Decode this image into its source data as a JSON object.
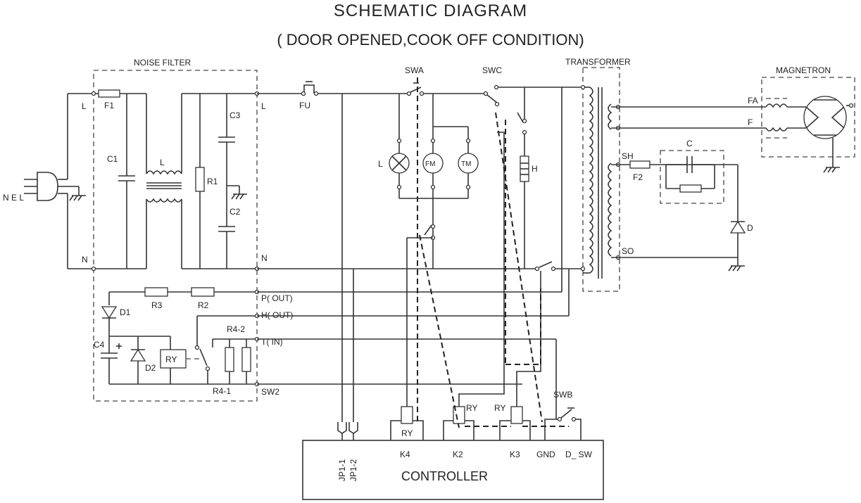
{
  "header": {
    "title": "SCHEMATIC DIAGRAM",
    "subtitle": "( DOOR OPENED,COOK OFF CONDITION)"
  },
  "blocks": {
    "noise_filter": "NOISE FILTER",
    "transformer": "TRANSFORMER",
    "magnetron": "MAGNETRON",
    "controller": "CONTROLLER"
  },
  "switches": {
    "swa": "SWA",
    "swc": "SWC",
    "swb": "SWB"
  },
  "components": {
    "plug": "N E L",
    "fuse1": "F1",
    "fuse2": "F2",
    "fu": "FU",
    "c1": "C1",
    "c2": "C2",
    "c3": "C3",
    "c4": "C4",
    "c": "C",
    "inductor": "L",
    "r1": "R1",
    "r2": "R2",
    "r3": "R3",
    "r4_1": "R4-1",
    "r4_2": "R4-2",
    "d1": "D1",
    "d2": "D2",
    "d": "D",
    "ry": "RY",
    "lamp": "L",
    "fan_motor": "FM",
    "turntable_motor": "TM",
    "heater": "H"
  },
  "terminals": {
    "l_in": "L",
    "n_in": "N",
    "l_out": "L",
    "n_out": "N",
    "p_out": "P( OUT)",
    "h_out": "H( OUT)",
    "t_in": "T( IN)",
    "sw2": "SW2",
    "fa": "FA",
    "f": "F",
    "sh": "SH",
    "so": "SO"
  },
  "controller_pins": {
    "jp1_1": "JP1-1",
    "jp1_2": "JP1-2",
    "k4": "K4",
    "k2": "K2",
    "k3": "K3",
    "gnd": "GND",
    "d_sw": "D_ SW"
  }
}
